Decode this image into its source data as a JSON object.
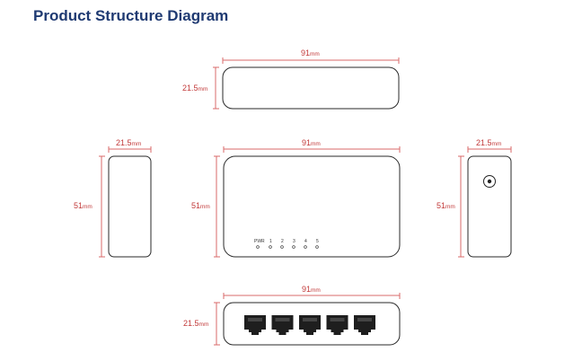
{
  "title": "Product Structure Diagram",
  "dimensions": {
    "top_width": "91",
    "top_height": "21.5",
    "left_width": "21.5",
    "left_height": "51",
    "front_width": "91",
    "front_height": "51",
    "right_width": "21.5",
    "right_height": "51",
    "back_width": "91",
    "back_height": "21.5",
    "unit": "mm"
  },
  "led_labels": [
    "PWR",
    "1",
    "2",
    "3",
    "4",
    "5"
  ],
  "ports": {
    "count": 5
  },
  "colors": {
    "title": "#1f3a72",
    "dimension": "#c23a3a",
    "outline": "#2a2a2a",
    "port": "#1e1e1e"
  }
}
